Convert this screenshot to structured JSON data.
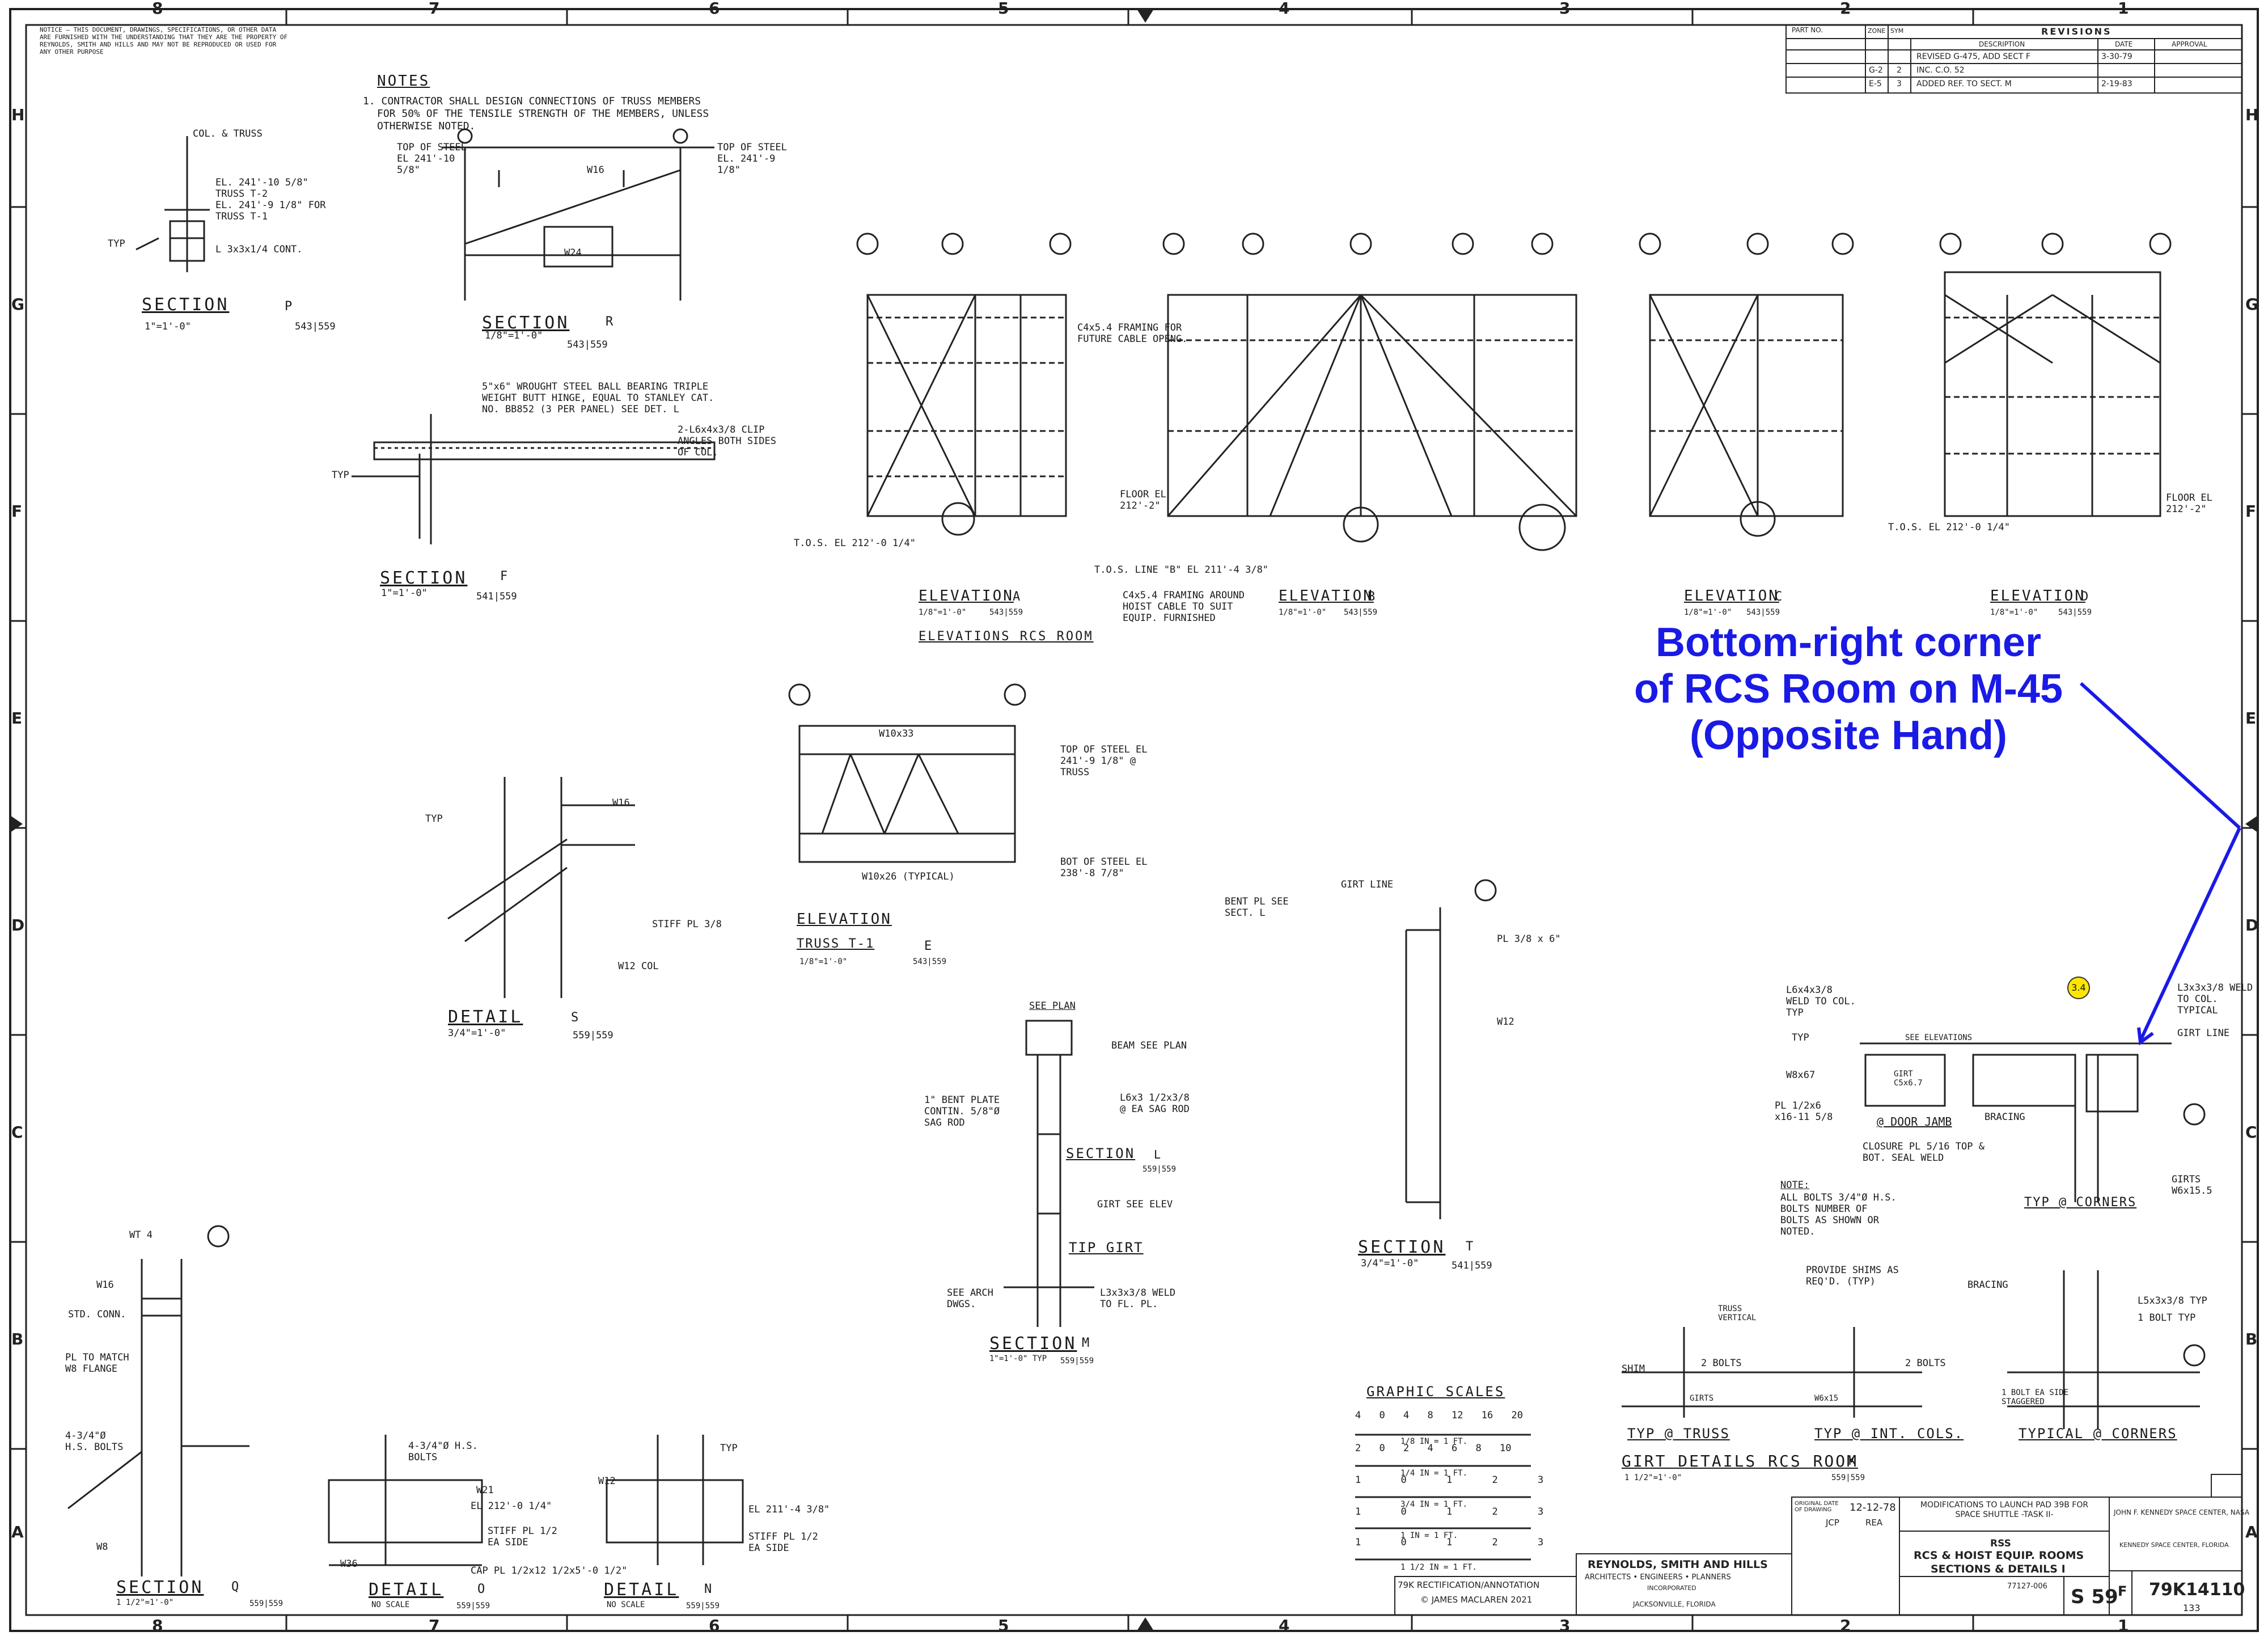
{
  "sheet": {
    "zone_cols": [
      "8",
      "7",
      "6",
      "5",
      "4",
      "3",
      "2",
      "1"
    ],
    "zone_rows": [
      "H",
      "G",
      "F",
      "E",
      "D",
      "C",
      "B",
      "A"
    ]
  },
  "notice_text": "NOTICE — THIS DOCUMENT, DRAWINGS, SPECIFICATIONS, OR OTHER DATA ARE FURNISHED WITH THE UNDERSTANDING THAT THEY ARE THE PROPERTY OF REYNOLDS, SMITH AND HILLS AND MAY NOT BE REPRODUCED OR USED FOR ANY OTHER PURPOSE",
  "notes": {
    "heading": "NOTES",
    "lines": [
      "1. CONTRACTOR SHALL DESIGN CONNECTIONS OF TRUSS MEMBERS",
      "FOR 50% OF THE TENSILE STRENGTH OF THE MEMBERS, UNLESS",
      "OTHERWISE NOTED."
    ]
  },
  "revisions": {
    "title": "REVISIONS",
    "headers": [
      "PART NO.",
      "ZONE",
      "SYM",
      "DESCRIPTION",
      "DATE",
      "APPROVAL"
    ],
    "rows": [
      [
        "",
        "",
        "",
        "REVISED G-475, ADD SECT F",
        "3-30-79",
        ""
      ],
      [
        "",
        "G-2",
        "2",
        "INC. C.O. 52",
        "",
        ""
      ],
      [
        "",
        "E-5",
        "3",
        "ADDED REF. TO SECT. M",
        "2-19-83",
        ""
      ]
    ]
  },
  "sections": {
    "p": {
      "title": "SECTION",
      "mark": "P",
      "scale": "1\"=1'-0\"",
      "ref": "543|559"
    },
    "r": {
      "title": "SECTION",
      "mark": "R",
      "scale": "1/8\"=1'-0\"",
      "ref": "543|559"
    },
    "f": {
      "title": "SECTION",
      "mark": "F",
      "scale": "1\"=1'-0\"",
      "ref": "541|559"
    },
    "s": {
      "title": "DETAIL",
      "mark": "S",
      "scale": "3/4\"=1'-0\"",
      "ref": "559|559"
    },
    "q": {
      "title": "SECTION",
      "mark": "Q",
      "scale": "1 1/2\"=1'-0\"",
      "ref": "559|559"
    },
    "o": {
      "title": "DETAIL",
      "mark": "O",
      "scale": "NO SCALE",
      "ref": "559|559"
    },
    "n": {
      "title": "DETAIL",
      "mark": "N",
      "scale": "NO SCALE",
      "ref": "559|559"
    },
    "m": {
      "title": "SECTION",
      "mark": "M",
      "scale": "1\"=1'-0\" TYP",
      "ref": "559|559"
    },
    "l": {
      "title": "SECTION",
      "mark": "L",
      "scale": "",
      "ref": "559|559"
    },
    "t": {
      "title": "SECTION",
      "mark": "T",
      "scale": "3/4\"=1'-0\"",
      "ref": "541|559"
    },
    "e": {
      "title": "ELEVATION",
      "mark": "E",
      "scale": "1/8\"=1'-0\"",
      "ref": "543|559"
    },
    "truss_t1": "TRUSS T-1",
    "tip_girt": "TIP GIRT"
  },
  "elevations": {
    "a": {
      "title": "ELEVATION",
      "mark": "A",
      "scale": "1/8\"=1'-0\"",
      "ref": "543|559"
    },
    "b": {
      "title": "ELEVATION",
      "mark": "B",
      "scale": "1/8\"=1'-0\"",
      "ref": "543|559"
    },
    "c": {
      "title": "ELEVATION",
      "mark": "C",
      "scale": "1/8\"=1'-0\"",
      "ref": "543|559"
    },
    "d": {
      "title": "ELEVATION",
      "mark": "D",
      "scale": "1/8\"=1'-0\"",
      "ref": "543|559"
    },
    "group_title": "ELEVATIONS RCS ROOM"
  },
  "labels": {
    "col_truss": "COL. & TRUSS",
    "el_truss_t2": "EL. 241'-10 5/8\" TRUSS T-2",
    "el_truss_t1": "EL. 241'-9 1/8\" FOR TRUSS T-1",
    "l_cont": "L 3x3x1/4 CONT.",
    "top_steel_a": "TOP OF STEEL EL 241'-10 5/8\"",
    "top_steel_b": "TOP OF STEEL EL. 241'-9 1/8\"",
    "hinge_note": "5\"x6\" WROUGHT STEEL BALL BEARING TRIPLE WEIGHT BUTT HINGE, EQUAL TO STANLEY CAT. NO. BB852 (3 PER PANEL) SEE DET. L",
    "clip_angles": "2-L6x4x3/8 CLIP ANGLES BOTH SIDES OF COL.",
    "future_cable": "C4x5.4 FRAMING FOR FUTURE CABLE OPENG.",
    "hoist_cable": "C4x5.4 FRAMING AROUND HOIST CABLE TO SUIT EQUIP. FURNISHED",
    "tos_line_b": "T.O.S. LINE \"B\" EL 211'-4 3/8\"",
    "tos_el": "T.O.S. EL 212'-0 1/4\"",
    "floor": "FLOOR EL 212'-2\"",
    "stiff_pl": "STIFF PL 3/8",
    "w12_col": "W12 COL",
    "w10x33": "W10x33",
    "w10x26": "W10x26 (TYPICAL)",
    "bot_steel": "BOT OF STEEL EL 238'-8 7/8\"",
    "top_steel_truss": "TOP OF STEEL EL 241'-9 1/8\" @ TRUSS",
    "girt_line": "GIRT LINE",
    "bent_pl": "BENT PL SEE SECT. L",
    "pl_3_8": "PL 3/8 x 6\"",
    "see_plan": "SEE PLAN",
    "beam_see_plan": "BEAM SEE PLAN",
    "bent_plate": "1\" BENT PLATE CONTIN. 5/8\"Ø SAG ROD",
    "sag_rod": "L6x3 1/2x3/8 @ EA SAG ROD",
    "girt_see_elev": "GIRT SEE ELEV",
    "see_arch": "SEE ARCH DWGS.",
    "weld_to_pl": "L3x3x3/8 WELD TO FL. PL.",
    "wt4": "WT 4",
    "std_conn": "STD. CONN.",
    "pl_match": "PL TO MATCH W8 FLANGE",
    "bolts": "4-3/4\"Ø H.S. BOLTS",
    "w8": "W8",
    "w16": "W16",
    "w12": "W12",
    "w21": "W21",
    "w24": "W24",
    "w36": "W36",
    "el_212": "EL 212'-0 1/4\"",
    "el_211": "EL 211'-4 3/8\"",
    "stiff_pl_ea": "STIFF PL 1/2 EA SIDE",
    "cap_pl": "CAP PL 1/2x12 1/2x5'-0 1/2\"",
    "typ": "TYP",
    "door_jamb": "@ DOOR JAMB",
    "closure_pl": "CLOSURE PL 5/16 TOP & BOT. SEAL WELD",
    "see_elevations": "SEE ELEVATIONS",
    "weld_to_col": "L3x3x3/8 WELD TO COL. TYPICAL",
    "lg_weld": "L6x4x3/8 WELD TO COL. TYP",
    "w8x67": "W8x67",
    "girt_c5": "GIRT C5x6.7",
    "pl_note": "PL 1/2x6 x16-11 5/8",
    "bracing": "BRACING",
    "corners": "TYP @ CORNERS",
    "girts": "GIRTS W6x15.5",
    "note_head": "NOTE:",
    "note_body": "ALL BOLTS 3/4\"Ø H.S. BOLTS NUMBER OF BOLTS AS SHOWN OR NOTED.",
    "provide_shims": "PROVIDE SHIMS AS REQ'D. (TYP)",
    "truss_vertical": "TRUSS VERTICAL",
    "shim": "SHIM",
    "two_bolts": "2 BOLTS",
    "girts_lbl": "GIRTS",
    "w6x15": "W6x15",
    "l5x3": "L5x3x3/8 TYP",
    "bolt_typ": "1 BOLT TYP",
    "bolt_ea_side": "1 BOLT EA SIDE STAGGERED",
    "typ_truss": "TYP @ TRUSS",
    "typ_int_cols": "TYP @ INT. COLS.",
    "typ_corners": "TYPICAL @ CORNERS",
    "girt_details": "GIRT DETAILS RCS ROOM",
    "girt_details_mark": "K",
    "girt_details_scale": "1 1/2\"=1'-0\"",
    "girt_details_ref": "559|559"
  },
  "graphic_scales": {
    "title": "GRAPHIC SCALES",
    "rows": [
      {
        "ticks": [
          "4",
          "0",
          "4",
          "8",
          "12",
          "16",
          "20"
        ],
        "caption": "1/8 IN = 1 FT."
      },
      {
        "ticks": [
          "2",
          "0",
          "2",
          "4",
          "6",
          "8",
          "10"
        ],
        "caption": "1/4 IN = 1 FT."
      },
      {
        "ticks": [
          "1",
          "0",
          "1",
          "2",
          "3"
        ],
        "caption": "3/4 IN = 1 FT."
      },
      {
        "ticks": [
          "1",
          "0",
          "1",
          "2",
          "3"
        ],
        "caption": "1 IN = 1 FT."
      },
      {
        "ticks": [
          "1",
          "0",
          "1",
          "2",
          "3"
        ],
        "caption": "1 1/2 IN = 1 FT."
      }
    ]
  },
  "annotation": {
    "line1": "Bottom-right corner",
    "line2": "of RCS Room on M-45",
    "line3": "(Opposite Hand)",
    "color": "#1a1ae6"
  },
  "grid_bubble_yellow": "3.4",
  "title_block": {
    "firm_name": "REYNOLDS, SMITH AND HILLS",
    "firm_sub": "ARCHITECTS • ENGINEERS • PLANNERS",
    "firm_inc": "INCORPORATED",
    "firm_city": "JACKSONVILLE, FLORIDA",
    "rectification": "79K RECTIFICATION/ANNOTATION",
    "copyright": "© JAMES MACLAREN 2021",
    "orig_date_label": "ORIGINAL DATE OF DRAWING",
    "orig_date": "12-12-78",
    "drawn": "JCP",
    "checked": "REA",
    "project_title": "MODIFICATIONS TO LAUNCH PAD 39B FOR SPACE SHUTTLE -TASK II-",
    "system": "RSS",
    "drawing_title_1": "RCS & HOIST EQUIP. ROOMS",
    "drawing_title_2": "SECTIONS & DETAILS I",
    "sheet_no": "S 59",
    "job_no": "77127-006",
    "center": "JOHN F. KENNEDY SPACE CENTER, NASA",
    "center_loc": "KENNEDY SPACE CENTER, FLORIDA",
    "size": "F",
    "drawing_no": "79K14110",
    "sheet_count": "133"
  }
}
